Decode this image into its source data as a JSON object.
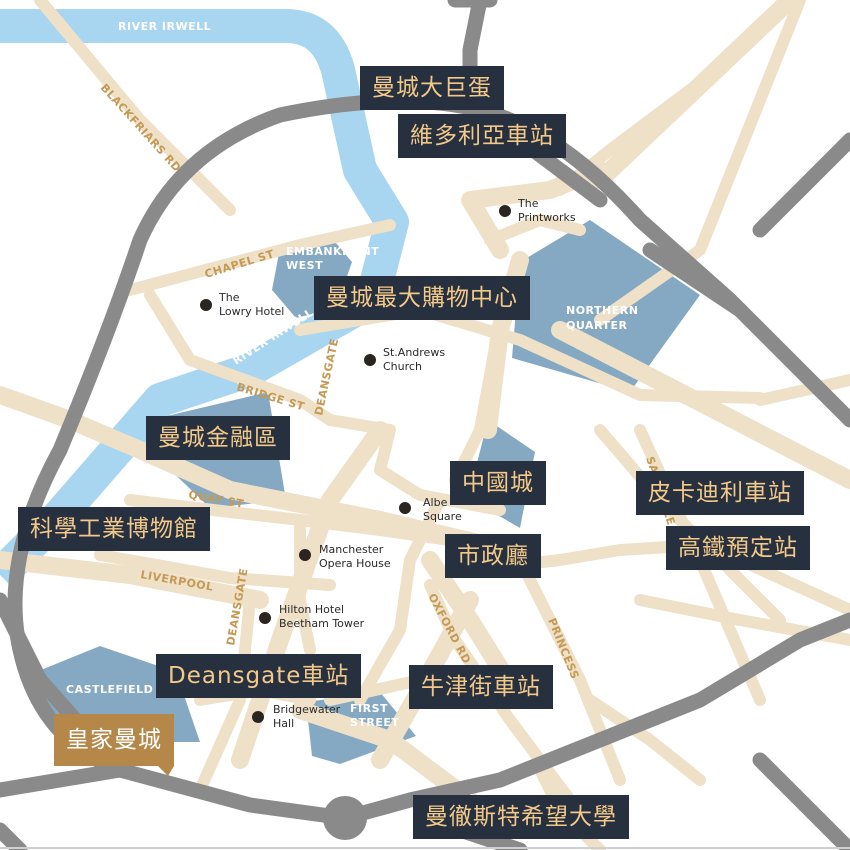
{
  "colors": {
    "road": "#efe0c8",
    "ring_road": "#8a8a8a",
    "river": "#a8d5f0",
    "district": "#85a9c2",
    "label_bg": "#26303f",
    "label_text": "#f3c98a",
    "highlight_bg": "#b5884a"
  },
  "rivers": [
    {
      "name": "RIVER IRWELL"
    },
    {
      "name": "RIVER IRWELL"
    }
  ],
  "streets": [
    {
      "name": "BLACKFRIARS RD"
    },
    {
      "name": "CHAPEL ST"
    },
    {
      "name": "BRIDGE ST"
    },
    {
      "name": "QUAY ST"
    },
    {
      "name": "LIVERPOOL"
    },
    {
      "name": "DEANSGATE"
    },
    {
      "name": "DEANSGATE"
    },
    {
      "name": "OXFORD RD"
    },
    {
      "name": "PRINCESS"
    },
    {
      "name": "SACKVILLE"
    }
  ],
  "districts": [
    {
      "name": "EMBANKMENT WEST",
      "lines": [
        "EMBANKMENT",
        "WEST"
      ]
    },
    {
      "name": "NORTHERN QUARTER",
      "lines": [
        "NORTHERN",
        "QUARTER"
      ]
    },
    {
      "name": "CASTLEFIELD",
      "lines": [
        "CASTLEFIELD"
      ]
    },
    {
      "name": "FIRST STREET",
      "lines": [
        "FIRST",
        "STREET"
      ]
    }
  ],
  "pois": [
    {
      "name": "The Printworks",
      "lines": [
        "The",
        "Printworks"
      ]
    },
    {
      "name": "The Lowry Hotel",
      "lines": [
        "The",
        "Lowry Hotel"
      ]
    },
    {
      "name": "St.Andrews Church",
      "lines": [
        "St.Andrews",
        "Church"
      ]
    },
    {
      "name": "Albert Square",
      "lines": [
        "Albe",
        "Square"
      ]
    },
    {
      "name": "Manchester Opera House",
      "lines": [
        "Manchester",
        "Opera House"
      ]
    },
    {
      "name": "Hilton Hotel Beetham Tower",
      "lines": [
        "Hilton Hotel",
        "Beetham Tower"
      ]
    },
    {
      "name": "Bridgewater Hall",
      "lines": [
        "Bridgewater",
        "Hall"
      ]
    }
  ],
  "labels": [
    {
      "text": "曼城大巨蛋"
    },
    {
      "text": "維多利亞車站"
    },
    {
      "text": "曼城最大購物中心"
    },
    {
      "text": "曼城金融區"
    },
    {
      "text": "中國城"
    },
    {
      "text": "皮卡迪利車站"
    },
    {
      "text": "科學工業博物館"
    },
    {
      "text": "市政廳"
    },
    {
      "text": "高鐵預定站"
    },
    {
      "text": "Deansgate車站"
    },
    {
      "text": "牛津街車站"
    },
    {
      "text": "皇家曼城"
    },
    {
      "text": "曼徹斯特希望大學"
    }
  ]
}
